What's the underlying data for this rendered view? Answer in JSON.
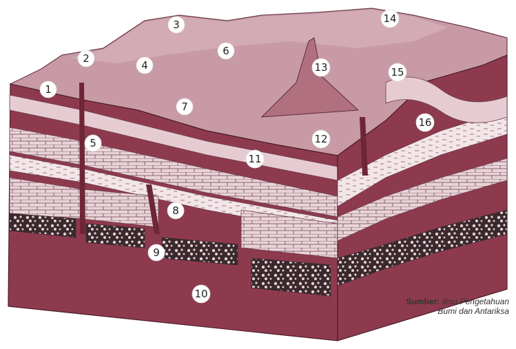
{
  "diagram": {
    "markers": [
      "1",
      "2",
      "3",
      "4",
      "5",
      "6",
      "7",
      "8",
      "9",
      "10",
      "11",
      "12",
      "13",
      "14",
      "15",
      "16"
    ]
  },
  "caption": {
    "source_label": "Sumber:",
    "source_line1": "Ilmu Pengetahuan",
    "source_line2": "Bumi dan Antariksa"
  },
  "colors": {
    "magma": "#8e3a4e",
    "surface": "#c79aa6",
    "surface_top": "#d9b2bb",
    "layer_light": "#e6ccd2",
    "layer_mid": "#b98292",
    "rock_dark": "#3a2a2e"
  }
}
